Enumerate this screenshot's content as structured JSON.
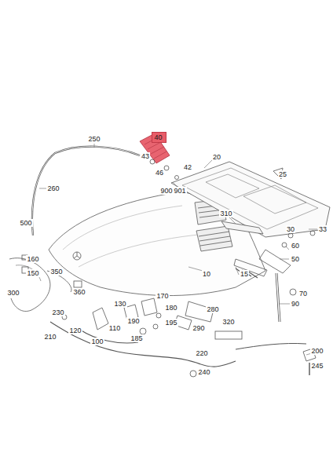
{
  "diagram": {
    "nodes": [
      {
        "text": [
          "40"
        ]
      }
    ],
    "labels": [
      "250",
      "43",
      "20",
      "46",
      "42",
      "25",
      "900",
      "901",
      "260",
      "310",
      "500",
      "30",
      "33",
      "160",
      "150",
      "60",
      "350",
      "50",
      "10",
      "15",
      "300",
      "360",
      "70",
      "130",
      "170",
      "280",
      "230",
      "180",
      "290",
      "320",
      "90",
      "110",
      "190",
      "120",
      "195",
      "210",
      "100",
      "185",
      "220",
      "200",
      "240",
      "245"
    ]
  }
}
